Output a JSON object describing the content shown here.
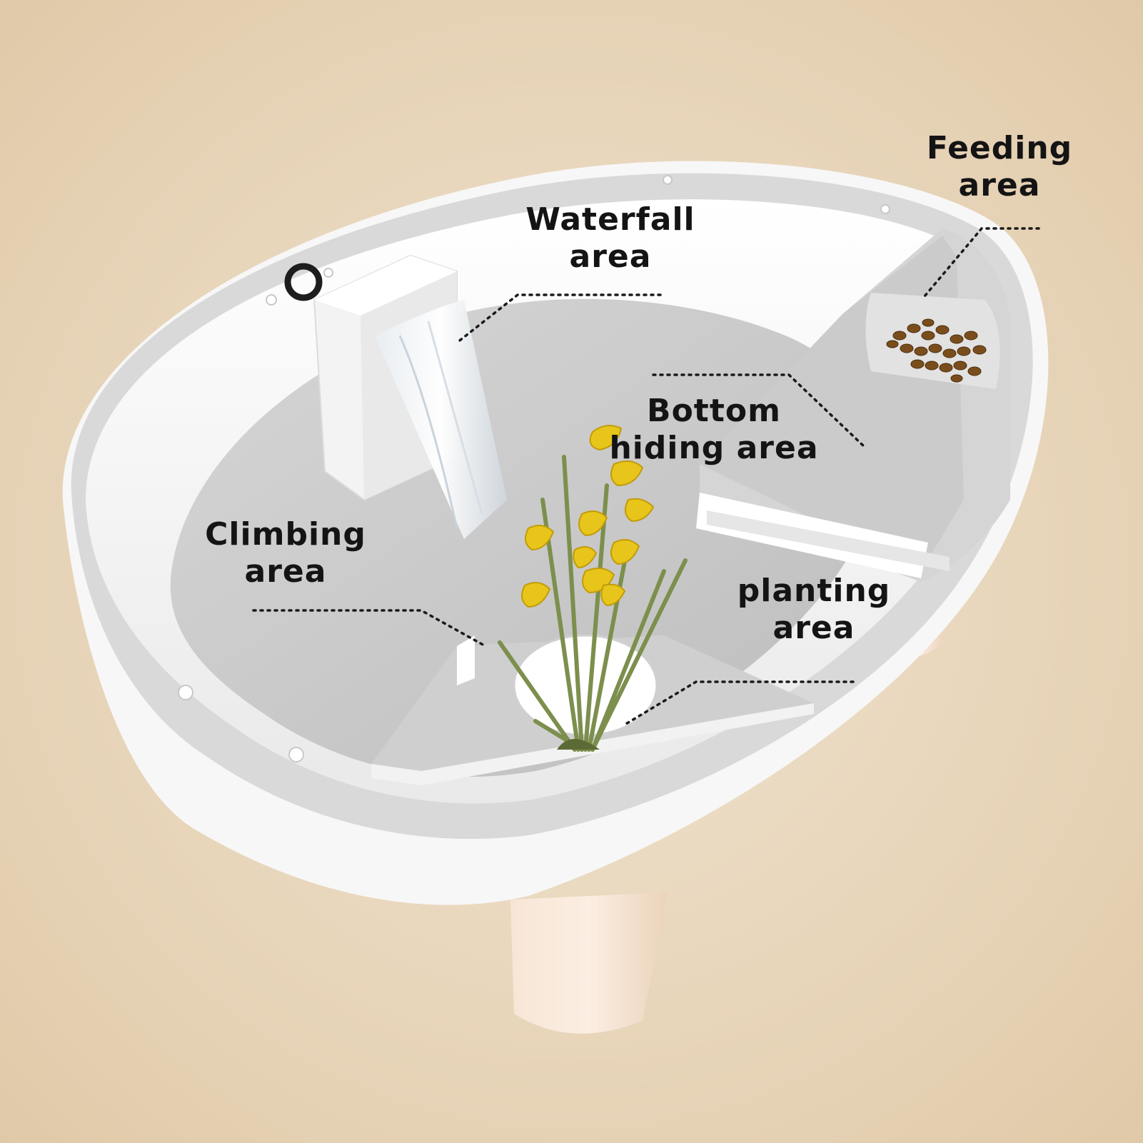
{
  "labels": {
    "waterfall": {
      "line1": "Waterfall",
      "line2": "area"
    },
    "feeding": {
      "line1": "Feeding",
      "line2": "area"
    },
    "bottom_hiding": {
      "line1": "Bottom",
      "line2": "hiding area"
    },
    "climbing": {
      "line1": "Climbing",
      "line2": "area"
    },
    "planting": {
      "line1": "planting",
      "line2": "area"
    }
  },
  "colors": {
    "background": "#e8d6bb",
    "tank_shell": "#f4f4f4",
    "tank_floor": "#c9c9c9",
    "legs": "#f3dcc6",
    "flowers": "#e8c51a",
    "stems": "#7c8f4d",
    "food": "#7a4e1c",
    "label_text": "#141414"
  }
}
